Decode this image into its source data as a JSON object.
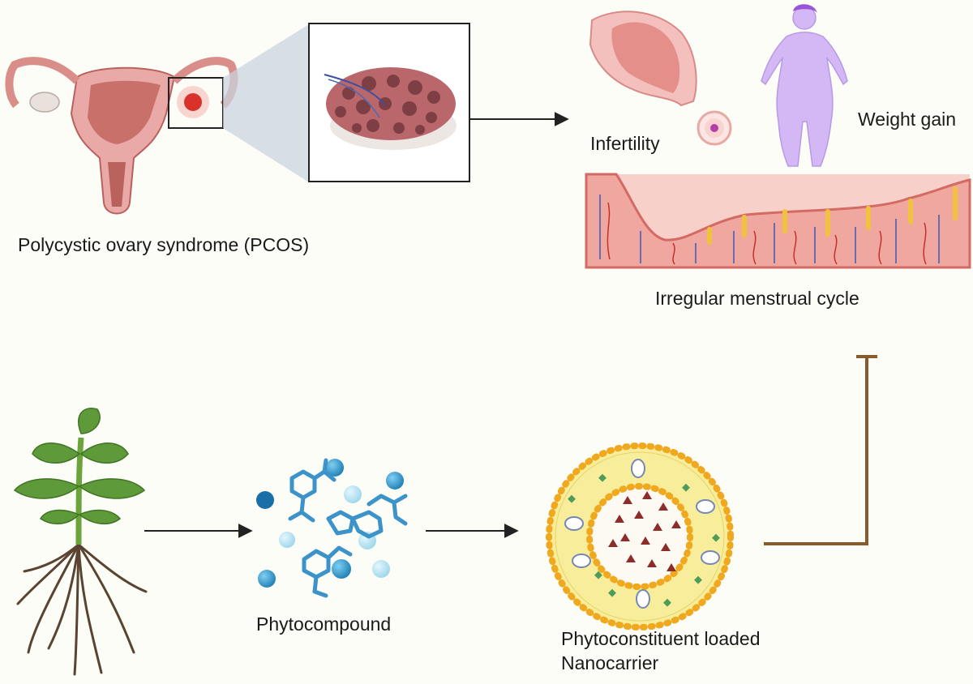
{
  "labels": {
    "pcos": "Polycystic ovary syndrome (PCOS)",
    "infertility": "Infertility",
    "weight_gain": "Weight gain",
    "irregular_cycle": "Irregular menstrual cycle",
    "phytocompound": "Phytocompound",
    "nanocarrier_line1": "Phytoconstituent loaded",
    "nanocarrier_line2": "Nanocarrier"
  },
  "icons": {
    "uterus": "uterus-icon",
    "ovary_zoom": "polycystic-ovary-icon",
    "uterus_small": "uterus-infertility-icon",
    "ovum": "ovum-icon",
    "body": "woman-body-icon",
    "endometrium": "endometrium-icon",
    "plant": "plant-icon",
    "molecules": "molecules-icon",
    "liposome": "liposome-icon"
  },
  "colors": {
    "background": "#fdfdf7",
    "arrow": "#222222",
    "inhibition": "#8b5a2b",
    "tissue": "#e8a3a0",
    "molecule": "#3b93c9",
    "lipid": "#f0a81e"
  }
}
